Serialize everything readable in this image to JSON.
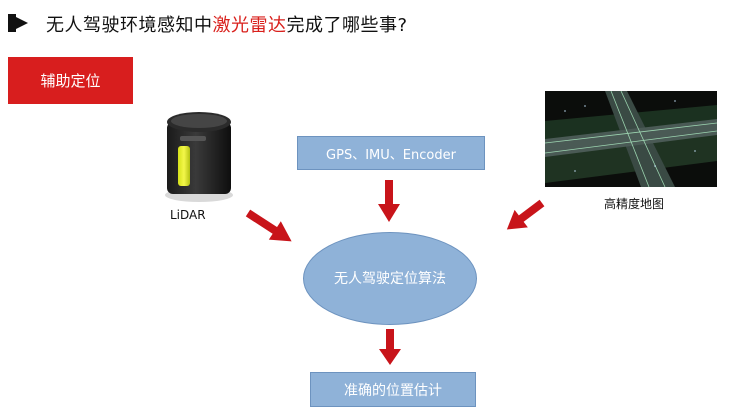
{
  "title": {
    "part1": "无人驾驶环境感知中",
    "highlight": "激光雷达",
    "part2": "完成了哪些事?"
  },
  "section_tag": "辅助定位",
  "inputs": {
    "lidar_label": "LiDAR",
    "gps_box": "GPS、IMU、Encoder",
    "hdmap_label": "高精度地图"
  },
  "algorithm": "无人驾驶定位算法",
  "output": "准确的位置估计",
  "colors": {
    "accent_red": "#d81e1e",
    "box_blue": "#8fb2d8",
    "arrow_red": "#c8141a"
  }
}
